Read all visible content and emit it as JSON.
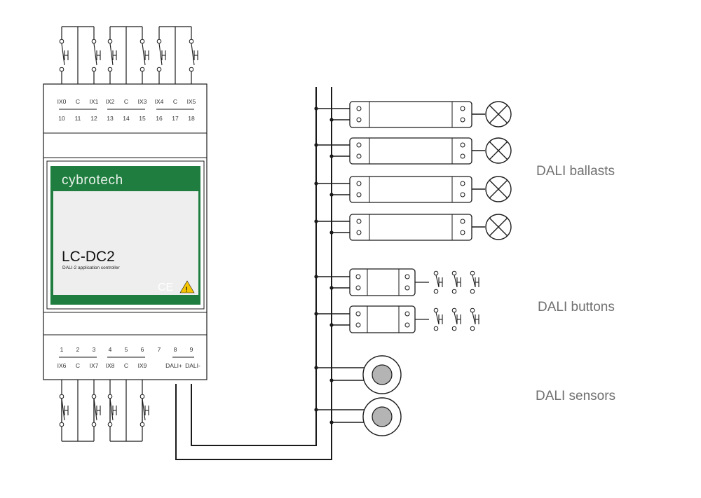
{
  "controller": {
    "brand": "cybrotech",
    "model": "LC-DC2",
    "description": "DALI-2 application controller",
    "ce_mark": "CE",
    "top_terminals": {
      "names": [
        "IX0",
        "C",
        "IX1",
        "IX2",
        "C",
        "IX3",
        "IX4",
        "C",
        "IX5"
      ],
      "numbers": [
        "10",
        "11",
        "12",
        "13",
        "14",
        "15",
        "16",
        "17",
        "18"
      ]
    },
    "bottom_terminals": {
      "numbers": [
        "1",
        "2",
        "3",
        "4",
        "5",
        "6",
        "7",
        "8",
        "9"
      ],
      "names": [
        "IX6",
        "C",
        "IX7",
        "IX8",
        "C",
        "IX9",
        "",
        "DALI+",
        "DALI-"
      ]
    }
  },
  "groups": {
    "ballasts": "DALI ballasts",
    "buttons": "DALI buttons",
    "sensors": "DALI sensors"
  },
  "colors": {
    "brand_green": "#1e7d3f",
    "line": "#1a1a1a",
    "label": "#707070",
    "warning": "#f5c400",
    "sensor_fill": "#b4b4b4"
  },
  "icons": [
    "lamp-icon",
    "push-button-icon",
    "sensor-icon",
    "warning-icon",
    "ce-mark-icon"
  ]
}
